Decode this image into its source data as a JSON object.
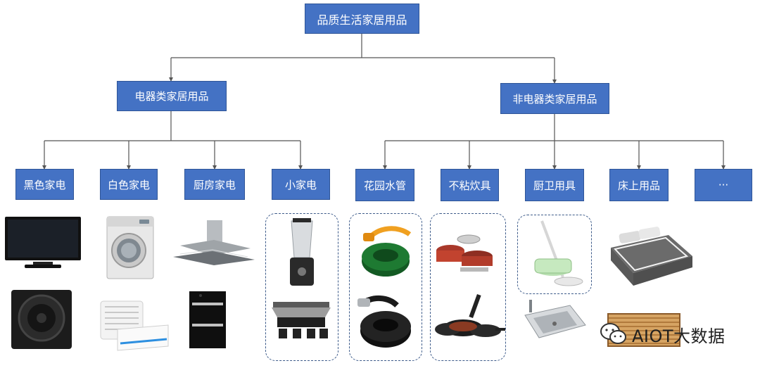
{
  "diagram": {
    "root": {
      "label": "品质生活家居用品"
    },
    "branches": [
      {
        "label": "电器类家居用品",
        "children": [
          "黑色家电",
          "白色家电",
          "厨房家电",
          "小家电"
        ]
      },
      {
        "label": "非电器类家居用品",
        "children": [
          "花园水管",
          "不粘炊具",
          "厨卫用具",
          "床上用品",
          "···"
        ]
      }
    ]
  },
  "watermark": {
    "text": "AIOT大数据",
    "icon": "wechat-icon"
  },
  "icons": [
    "tv-icon",
    "subwoofer-icon",
    "washing-machine-icon",
    "air-conditioner-icon",
    "range-hood-icon",
    "sterilizer-cabinet-icon",
    "blender-icon",
    "raclette-grill-icon",
    "garden-hose-green-icon",
    "garden-hose-black-icon",
    "cookware-set-icon",
    "frying-pans-icon",
    "spin-mop-icon",
    "kitchen-sink-icon",
    "bedding-set-icon",
    "bamboo-mat-icon"
  ],
  "colors": {
    "node_fill": "#4472c4",
    "node_border": "#2f5597",
    "connector": "#555555",
    "group_border": "#3d5b8a"
  }
}
